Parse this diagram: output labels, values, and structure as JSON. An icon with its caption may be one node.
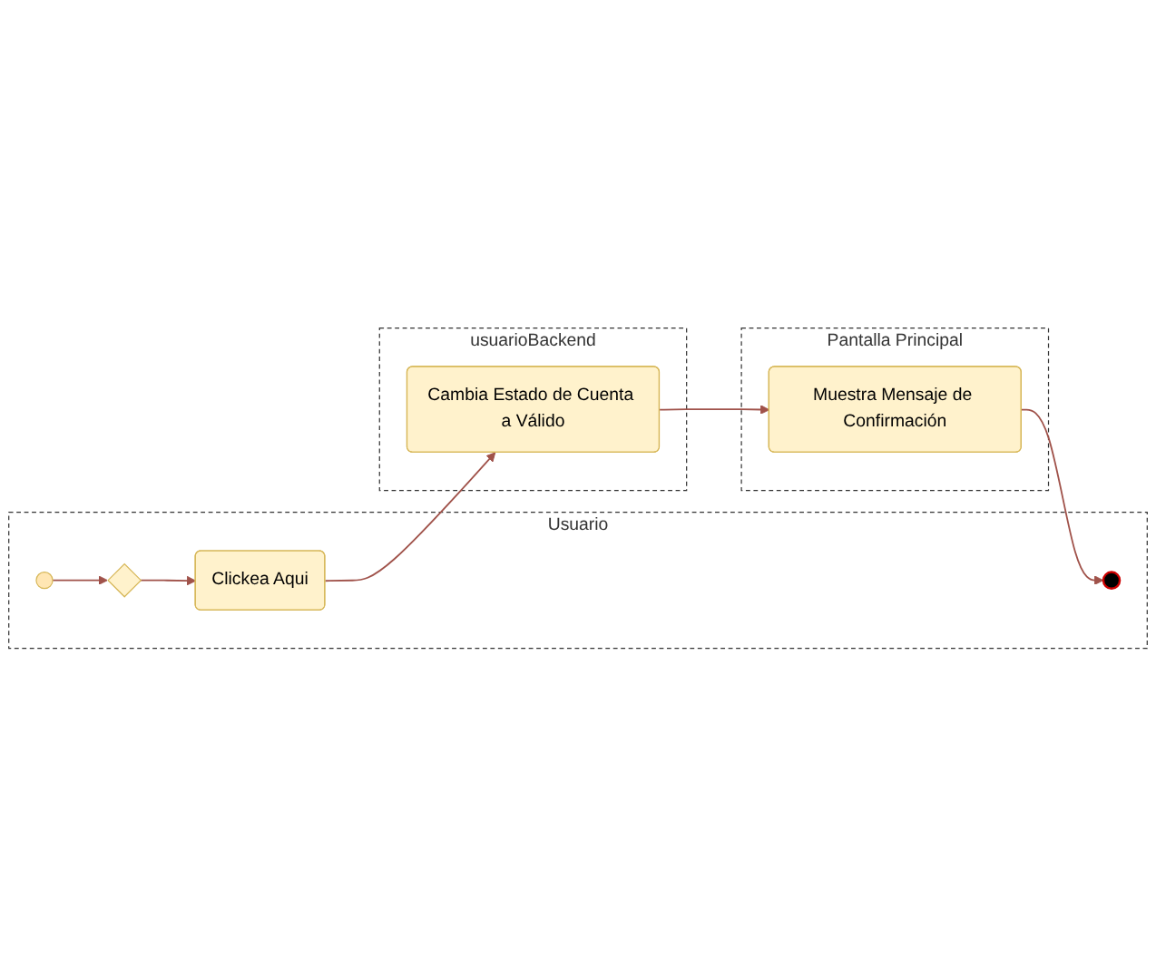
{
  "diagram": {
    "nodes": [
      {
        "text": [
          "Usuario"
        ]
      },
      {
        "text": [],
        "shape": "circle",
        "in": 0
      },
      {
        "text": [],
        "shape": "diamond",
        "in": 0
      },
      {
        "text": [
          "Clickea Aqui"
        ],
        "in": 0
      },
      {
        "text": [],
        "shape": "circle",
        "in": 0
      },
      {
        "text": [
          "Pantalla Principal"
        ]
      },
      {
        "text": [
          "Muestra Mensaje de Confirmación"
        ],
        "in": 5
      },
      {
        "text": [
          "usuarioBackend"
        ]
      },
      {
        "text": [
          "Cambia Estado de Cuenta a Válido"
        ],
        "in": 7
      }
    ],
    "edges": [
      {
        "from": 1,
        "to": 2,
        "arrow": "to"
      },
      {
        "from": 2,
        "to": 3,
        "arrow": "to"
      },
      {
        "from": 3,
        "to": 8,
        "arrow": "to"
      },
      {
        "from": 8,
        "to": 6,
        "arrow": "to"
      },
      {
        "from": 6,
        "to": 4,
        "arrow": "to"
      }
    ]
  }
}
